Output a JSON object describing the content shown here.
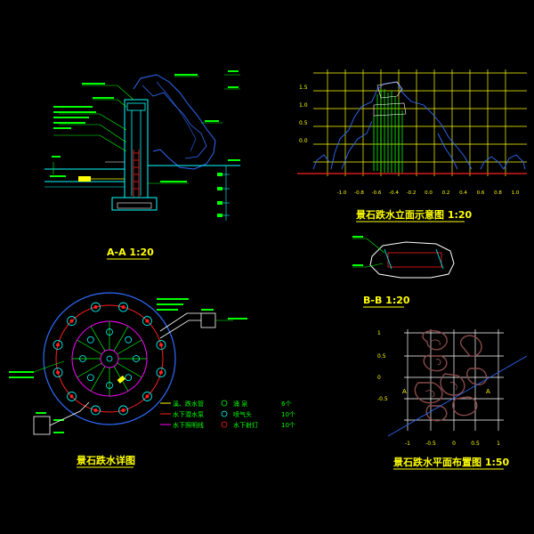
{
  "titles": {
    "section_aa": "A-A  1:20",
    "elevation": "景石跌水立面示意图  1:20",
    "section_bb": "B-B  1:20",
    "detail": "景石跌水详图",
    "plan": "景石跌水平面布置图  1:50"
  },
  "elevation_axes": {
    "y_ticks": [
      "1.5",
      "1.0",
      "0.5",
      "0.0"
    ],
    "x_ticks": [
      "-1.0",
      "-0.8",
      "-0.6",
      "-0.4",
      "-0.2",
      "0.0",
      "0.2",
      "0.4",
      "0.6",
      "0.8",
      "1.0"
    ]
  },
  "plan_axes": {
    "y_ticks": [
      "1",
      "0.5",
      "0",
      "-0.5"
    ],
    "x_ticks": [
      "-1",
      "-0.5",
      "0",
      "0.5",
      "1"
    ],
    "section_marks": [
      "A",
      "A"
    ]
  },
  "legend": [
    {
      "name": "溪、跌水管",
      "symbol": "涌  泉",
      "count": "6个"
    },
    {
      "name": "水下潜水泵",
      "symbol": "喷气头",
      "count": "10个"
    },
    {
      "name": "水下照明线",
      "symbol": "水下射灯",
      "count": "10个"
    }
  ],
  "colors": {
    "background": "#000000",
    "cyan": "#00ffff",
    "green": "#00ff00",
    "yellow": "#ffff00",
    "blue": "#2f6bff",
    "red": "#ff2020",
    "magenta": "#ff00ff",
    "white": "#ffffff",
    "plan_stone": "#8a4a4a"
  }
}
